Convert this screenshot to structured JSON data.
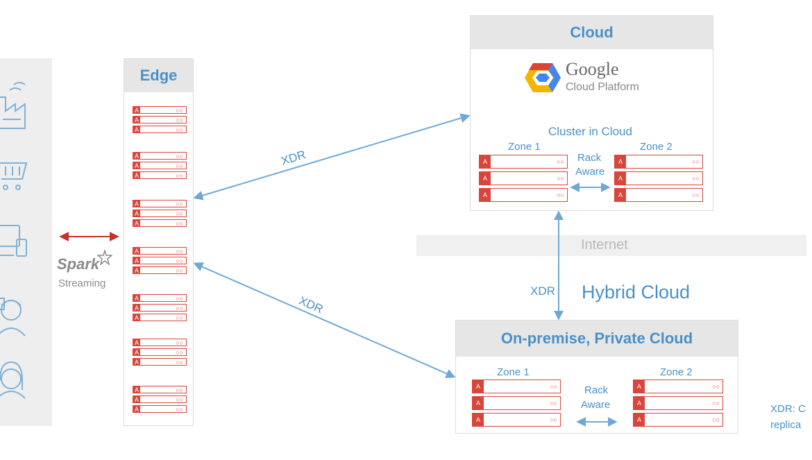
{
  "colors": {
    "accent": "#4a90c8",
    "server": "#d9443b",
    "connector": "#6fa8d6",
    "spark_link": "#c8302a",
    "panel_header": "#e6e6e6"
  },
  "edge": {
    "title": "Edge"
  },
  "cloud": {
    "title": "Cloud",
    "brand_name": "Google",
    "brand_sub": "Cloud Platform",
    "cluster_label": "Cluster in Cloud",
    "zone1": "Zone 1",
    "zone2": "Zone 2",
    "rack_line1": "Rack",
    "rack_line2": "Aware"
  },
  "internet_label": "Internet",
  "hybrid_label": "Hybrid Cloud",
  "xdr_labels": {
    "upper": "XDR",
    "lower": "XDR",
    "vertical": "XDR"
  },
  "onprem": {
    "title": "On-premise, Private Cloud",
    "zone1": "Zone 1",
    "zone2": "Zone 2",
    "rack_line1": "Rack",
    "rack_line2": "Aware"
  },
  "spark": {
    "name": "Spark",
    "sub": "Streaming"
  },
  "footnote": {
    "line1": "XDR: C",
    "line2": "replica"
  },
  "icons": [
    "factory-icon",
    "shopping-cart-icon",
    "devices-icon",
    "person-icon",
    "person-female-icon"
  ]
}
